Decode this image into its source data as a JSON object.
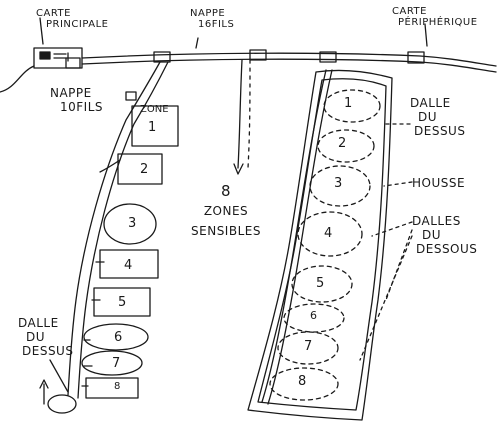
{
  "labels": {
    "carte_principale": [
      "CARTE",
      "PRINCIPALE"
    ],
    "nappe_16": [
      "NAPPE",
      "16FILS"
    ],
    "carte_peripherique": [
      "CARTE",
      "PÉRIPHÉRIQUE"
    ],
    "nappe_10": [
      "NAPPE",
      "10FILS"
    ],
    "zone": "ZONE",
    "zones_sensibles": [
      "8",
      "ZONES",
      "SENSIBLES"
    ],
    "dalle_dessus_left": [
      "DALLE",
      "DU",
      "DESSUS"
    ],
    "dalle_dessus_right": [
      "DALLE",
      "DU",
      "DESSUS"
    ],
    "housse": "HOUSSE",
    "dalles_dessous": [
      "DALLES",
      "DU",
      "DESSOUS"
    ]
  },
  "left_zones": [
    "1",
    "2",
    "3",
    "4",
    "5",
    "6",
    "7",
    "8"
  ],
  "right_zones": [
    "1",
    "2",
    "3",
    "4",
    "5",
    "6",
    "7",
    "8"
  ],
  "colors": {
    "ink": "#1a1a1a",
    "paper": "#ffffff"
  }
}
